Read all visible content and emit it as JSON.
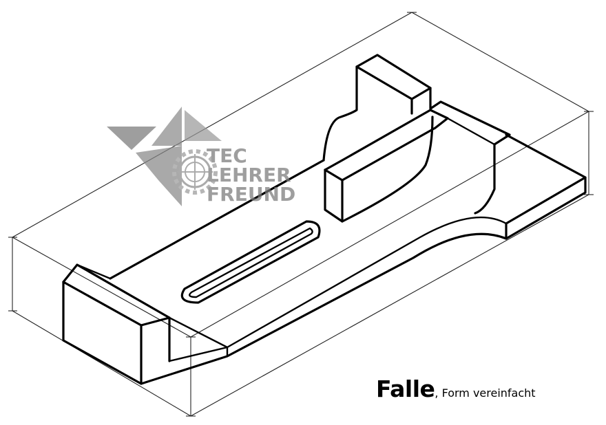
{
  "caption": {
    "title": "Falle",
    "subtitle": ", Form vereinfacht"
  },
  "watermark": {
    "lines": [
      "TEC",
      "LEHRER",
      "FREUND"
    ],
    "icon": "gear-crosshair-icon",
    "colors": {
      "gray": "#8c8c8c",
      "dark": "#6e6e6e"
    }
  }
}
